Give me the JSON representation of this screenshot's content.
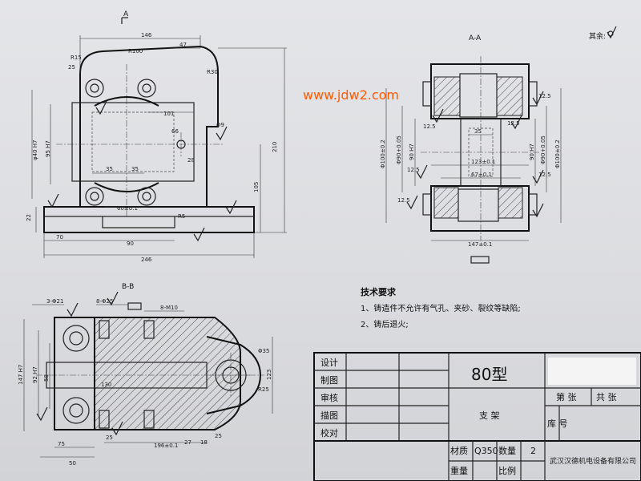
{
  "watermark": "www.jdw2.com",
  "roughness_note": "其余:",
  "views": {
    "front": {
      "section_mark": "A",
      "dims": {
        "top_width": "146",
        "top_right": "47",
        "r100": "R100",
        "r30": "R30",
        "r15": "R15",
        "d101": "101",
        "d66": "66",
        "phi9": "Φ9",
        "d28": "28",
        "d35a": "35",
        "d35b": "35",
        "h60": "60±0.1",
        "r5": "R5",
        "d70": "70",
        "d90": "90",
        "d246": "246",
        "h210": "210",
        "h105": "105",
        "h22": "22",
        "r25": "25",
        "hole": "φ40 H7",
        "d95": "95 H7"
      }
    },
    "section_aa": {
      "title": "A-A",
      "dims": {
        "phi100a": "Φ100±0.2",
        "phi100b": "Φ100±0.2",
        "phi90a": "Φ90+0.05",
        "phi90b": "Φ90+0.05",
        "d90l": "90 H7",
        "d90r": "90 H7",
        "d35": "35",
        "d123": "123±0.1",
        "d67": "67±0.1",
        "d147": "147±0.1",
        "r1": "12.5",
        "r2": "12.5",
        "r3": "12.5",
        "r4": "12.5",
        "r5": "12.5",
        "r6": "12.5"
      }
    },
    "section_bb": {
      "title": "B-B",
      "dims": {
        "holes1": "3-Φ21",
        "holes2": "8-Φ25",
        "holes3": "8-M10",
        "phi35": "Φ35",
        "r25": "R25",
        "d130": "130",
        "d196": "196±0.1",
        "d25a": "25",
        "d25b": "25",
        "d27": "27",
        "d18": "18",
        "d50": "50",
        "d75": "75",
        "h123": "123",
        "h147": "147 H7",
        "h92": "92 H7",
        "h58": "58"
      }
    }
  },
  "requirements": {
    "heading": "技术要求",
    "items": [
      "1、铸造件不允许有气孔、夹砂、裂纹等缺陷;",
      "2、铸后退火;"
    ]
  },
  "title_block": {
    "rows": [
      "设计",
      "制图",
      "审核",
      "描图",
      "校对"
    ],
    "model": "80型",
    "part_name": "支  架",
    "sheet_label": "第  张",
    "sheets_label": "共  张",
    "lib_label": "库 号",
    "material_label": "材质",
    "material_value": "Q350",
    "qty_label": "数量",
    "qty_value": "2",
    "weight_label": "重量",
    "scale_label": "比例",
    "company": "武汉汉德机电设备有限公司"
  }
}
